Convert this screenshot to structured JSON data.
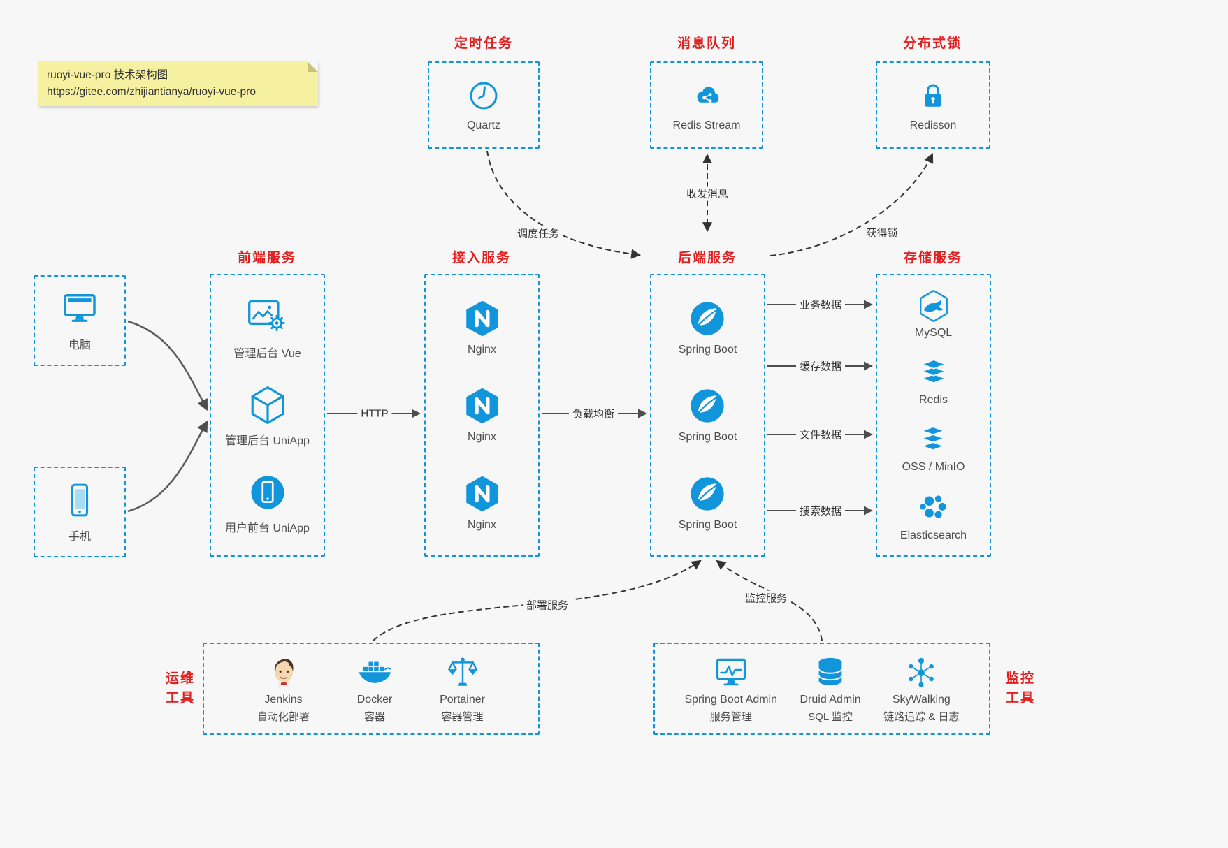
{
  "colors": {
    "accent": "#1296db",
    "title_red": "#e21f1f",
    "note_bg": "#f5f1a0"
  },
  "note": {
    "line1": "ruoyi-vue-pro 技术架构图",
    "line2": "https://gitee.com/zhijiantianya/ruoyi-vue-pro"
  },
  "top_services": [
    {
      "title": "定时任务",
      "label": "Quartz",
      "icon": "clock-icon"
    },
    {
      "title": "消息队列",
      "label": "Redis Stream",
      "icon": "cloud-share-icon"
    },
    {
      "title": "分布式锁",
      "label": "Redisson",
      "icon": "lock-icon"
    }
  ],
  "clients": [
    {
      "label": "电脑",
      "icon": "monitor-icon"
    },
    {
      "label": "手机",
      "icon": "phone-icon"
    }
  ],
  "columns": {
    "frontend": {
      "title": "前端服务",
      "items": [
        {
          "label": "管理后台 Vue",
          "icon": "vue-admin-icon"
        },
        {
          "label": "管理后台 UniApp",
          "icon": "uniapp-cube-icon"
        },
        {
          "label": "用户前台 UniApp",
          "icon": "user-uniapp-icon"
        }
      ]
    },
    "access": {
      "title": "接入服务",
      "items": [
        {
          "label": "Nginx",
          "icon": "nginx-icon"
        },
        {
          "label": "Nginx",
          "icon": "nginx-icon"
        },
        {
          "label": "Nginx",
          "icon": "nginx-icon"
        }
      ]
    },
    "backend": {
      "title": "后端服务",
      "items": [
        {
          "label": "Spring Boot",
          "icon": "spring-icon"
        },
        {
          "label": "Spring Boot",
          "icon": "spring-icon"
        },
        {
          "label": "Spring Boot",
          "icon": "spring-icon"
        }
      ]
    },
    "storage": {
      "title": "存储服务",
      "items": [
        {
          "label": "MySQL",
          "icon": "mysql-icon"
        },
        {
          "label": "Redis",
          "icon": "redis-stack-icon"
        },
        {
          "label": "OSS / MinIO",
          "icon": "oss-stack-icon"
        },
        {
          "label": "Elasticsearch",
          "icon": "elasticsearch-icon"
        }
      ]
    }
  },
  "edges": {
    "http": "HTTP",
    "load_balance": "负载均衡",
    "biz_data": "业务数据",
    "cache_data": "缓存数据",
    "file_data": "文件数据",
    "search_data": "搜索数据",
    "schedule": "调度任务",
    "message": "收发消息",
    "lock": "获得锁",
    "deploy": "部署服务",
    "monitor": "监控服务"
  },
  "ops": {
    "title_line1": "运维",
    "title_line2": "工具",
    "items": [
      {
        "name": "Jenkins",
        "desc": "自动化部署",
        "icon": "jenkins-icon"
      },
      {
        "name": "Docker",
        "desc": "容器",
        "icon": "docker-icon"
      },
      {
        "name": "Portainer",
        "desc": "容器管理",
        "icon": "portainer-icon"
      }
    ]
  },
  "monitoring": {
    "title_line1": "监控",
    "title_line2": "工具",
    "items": [
      {
        "name": "Spring Boot Admin",
        "desc": "服务管理",
        "icon": "sba-icon"
      },
      {
        "name": "Druid Admin",
        "desc": "SQL 监控",
        "icon": "druid-icon"
      },
      {
        "name": "SkyWalking",
        "desc": "链路追踪 & 日志",
        "icon": "skywalking-icon"
      }
    ]
  }
}
